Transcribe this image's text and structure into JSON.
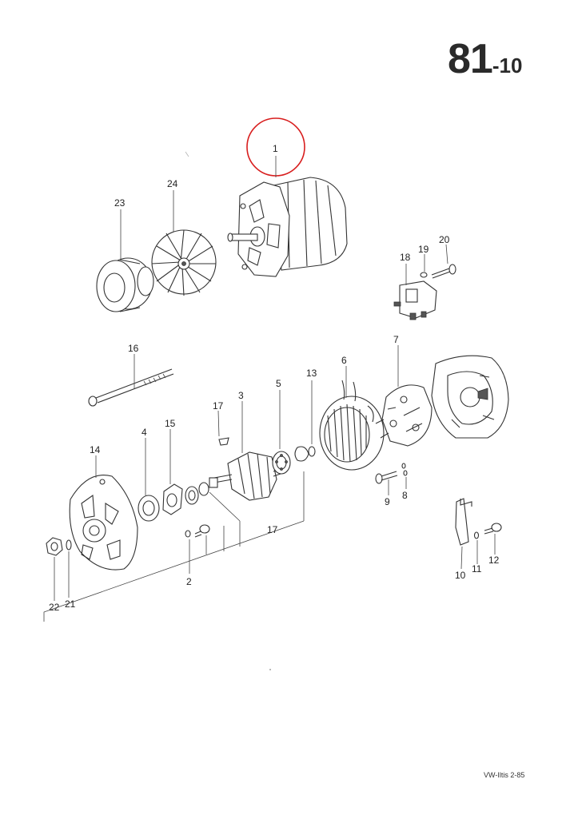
{
  "header": {
    "page_number": "81",
    "page_suffix": "-10"
  },
  "footer": {
    "code": "VW-Iltis  2-85"
  },
  "callouts": {
    "c1": "1",
    "c2": "2",
    "c3": "3",
    "c4": "4",
    "c5": "5",
    "c6": "6",
    "c7": "7",
    "c8": "8",
    "c9": "9",
    "c10": "10",
    "c11": "11",
    "c12": "12",
    "c13": "13",
    "c14": "14",
    "c15": "15",
    "c16": "16",
    "c17a": "17",
    "c17b": "17",
    "c18": "18",
    "c19": "19",
    "c20": "20",
    "c21": "21",
    "c22": "22",
    "c23": "23",
    "c24": "24"
  },
  "highlight": {
    "target": "1",
    "color": "#d81e1e"
  }
}
